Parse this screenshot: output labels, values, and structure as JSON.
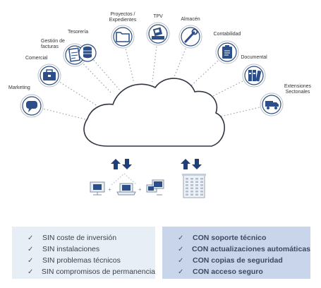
{
  "nodes": [
    {
      "id": "marketing",
      "label": "Marketing",
      "icon": "chat-icon"
    },
    {
      "id": "comercial",
      "label": "Comercial",
      "icon": "briefcase-icon"
    },
    {
      "id": "gestion",
      "label": "Gestión de\nfacturas",
      "icon": "invoice-icon"
    },
    {
      "id": "tesoreria",
      "label": "Tesorería",
      "icon": "coins-icon"
    },
    {
      "id": "proyectos",
      "label": "Proyectos /\nExpedientes",
      "icon": "folder-icon"
    },
    {
      "id": "tpv",
      "label": "TPV",
      "icon": "pos-terminal-icon"
    },
    {
      "id": "almacen",
      "label": "Almacén",
      "icon": "wrench-icon"
    },
    {
      "id": "contabilidad",
      "label": "Contabilidad",
      "icon": "clipboard-icon"
    },
    {
      "id": "documental",
      "label": "Documental",
      "icon": "binders-icon"
    },
    {
      "id": "extensiones",
      "label": "Extensiones\nSectonales",
      "icon": "truck-icon"
    }
  ],
  "devices": [
    "desktop-icon",
    "laptop-icon",
    "multi-screen-icon",
    "building-icon"
  ],
  "benefits_sin": [
    "SIN coste de inversión",
    "SIN instalaciones",
    "SIN problemas técnicos",
    "SIN compromisos de permanencia"
  ],
  "benefits_con": [
    "CON soporte técnico",
    "CON actualizaciones automáticas",
    "CON copias de seguridad",
    "CON acceso seguro"
  ],
  "colors": {
    "node_fill": "#ffffff",
    "node_ring": "#2a4a7d",
    "icon": "#2c4f8a",
    "arrow": "#1f3f7a",
    "dots": "#9aa3ae",
    "panel_left": "#e8eef6",
    "panel_right": "#c9d5ea"
  }
}
